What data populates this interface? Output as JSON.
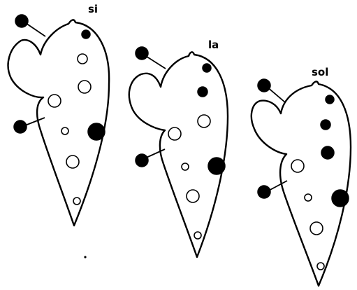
{
  "instruments": [
    {
      "note": "si",
      "fingering": {
        "thumb_upper": "closed",
        "thumb_lower": "closed",
        "front_holes": [
          "closed",
          "open",
          "open",
          "open",
          "open",
          "closed",
          "open",
          "open"
        ]
      }
    },
    {
      "note": "la",
      "fingering": {
        "thumb_upper": "closed",
        "thumb_lower": "closed",
        "front_holes": [
          "closed",
          "closed",
          "open",
          "open",
          "open",
          "closed",
          "open",
          "open"
        ]
      }
    },
    {
      "note": "sol",
      "fingering": {
        "thumb_upper": "closed",
        "thumb_lower": "closed",
        "front_holes": [
          "closed",
          "closed",
          "closed",
          "open",
          "open",
          "closed",
          "open",
          "open"
        ]
      }
    }
  ],
  "colors": {
    "ink": "#000000",
    "paper": "#ffffff"
  }
}
